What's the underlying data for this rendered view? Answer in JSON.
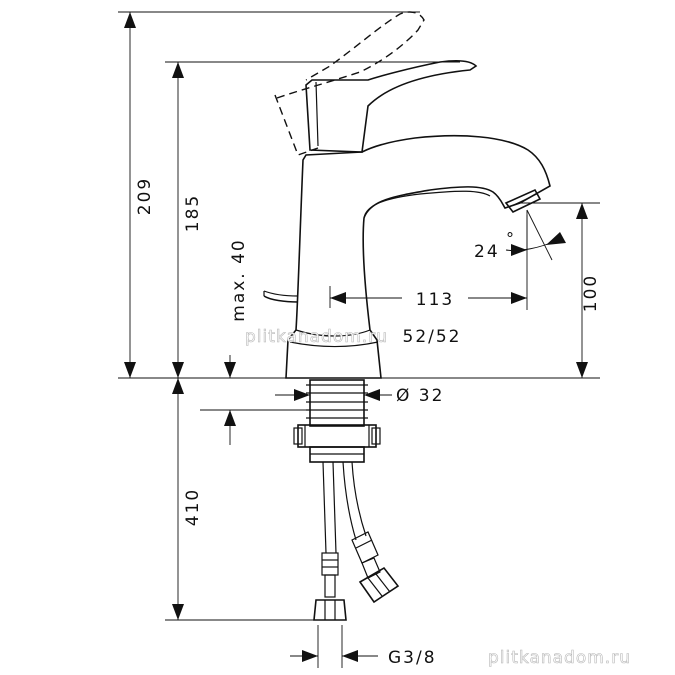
{
  "dimensions": {
    "total_height": "209",
    "spout_height": "185",
    "popup_max": "max. 40",
    "reach": "113",
    "outlet_height": "100",
    "angle": "24",
    "angle_unit": "°",
    "base_size": "52/52",
    "shank_diameter": "Ø 32",
    "hose_length": "410",
    "connection": "G3/8"
  },
  "watermarks": {
    "center": "plitkanadom.ru",
    "corner": "plitkanadom.ru"
  }
}
